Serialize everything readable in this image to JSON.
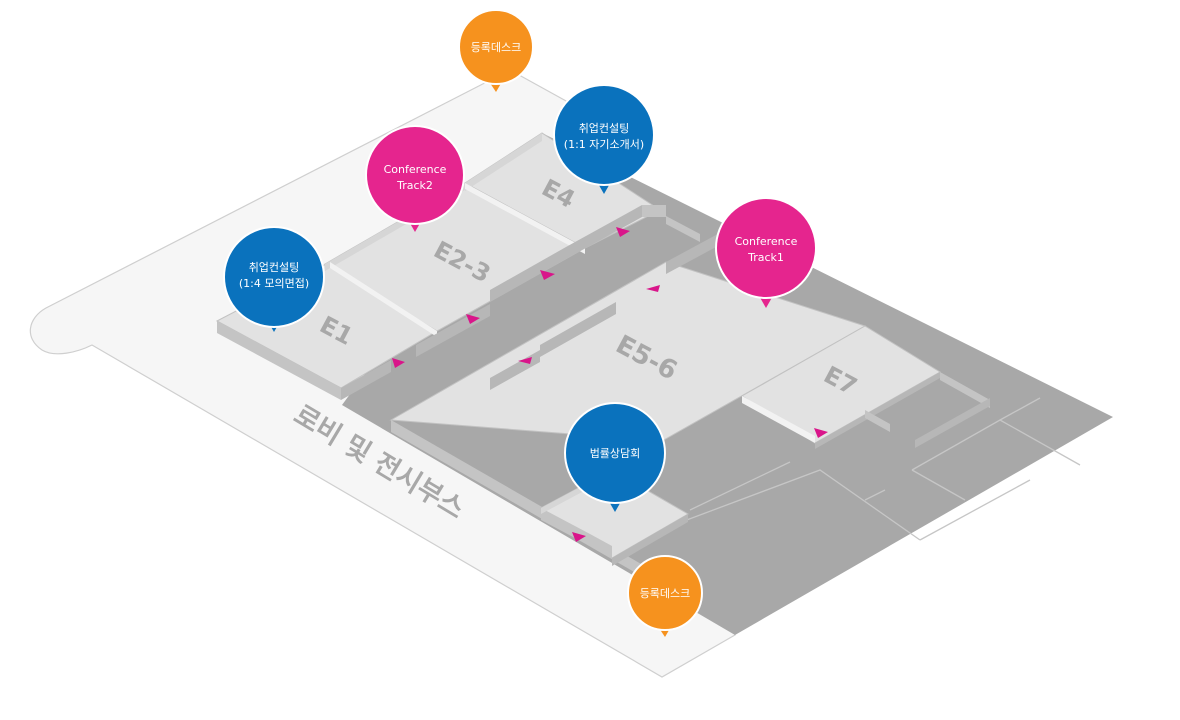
{
  "colors": {
    "pin_blue": "#0a72bd",
    "pin_pink": "#e5258e",
    "pin_orange": "#f6921e",
    "arrow_pink": "#d9158a",
    "corridor": "#a8a8a8",
    "room_floor": "#e2e2e2",
    "wall_top": "#d4d4d4",
    "wall_side": "#bdbdbd",
    "lobby": "#f6f6f6"
  },
  "rooms": {
    "e1": "E1",
    "e23": "E2-3",
    "e4": "E4",
    "e56": "E5-6",
    "e7": "E7"
  },
  "lobby_label": "로비 및 전시부스",
  "pins": {
    "reg_top": {
      "lines": [
        "등록데스크"
      ],
      "color": "orange"
    },
    "reg_bottom": {
      "lines": [
        "등록데스크"
      ],
      "color": "orange"
    },
    "consult_e1": {
      "lines": [
        "취업컨설팅",
        "(1:4 모의면접)"
      ],
      "color": "blue"
    },
    "track2": {
      "lines": [
        "Conference",
        "Track2"
      ],
      "color": "pink"
    },
    "consult_e4": {
      "lines": [
        "취업컨설팅",
        "(1:1 자기소개서)"
      ],
      "color": "blue"
    },
    "track1": {
      "lines": [
        "Conference",
        "Track1"
      ],
      "color": "pink"
    },
    "legal": {
      "lines": [
        "법률상담회"
      ],
      "color": "blue"
    }
  }
}
